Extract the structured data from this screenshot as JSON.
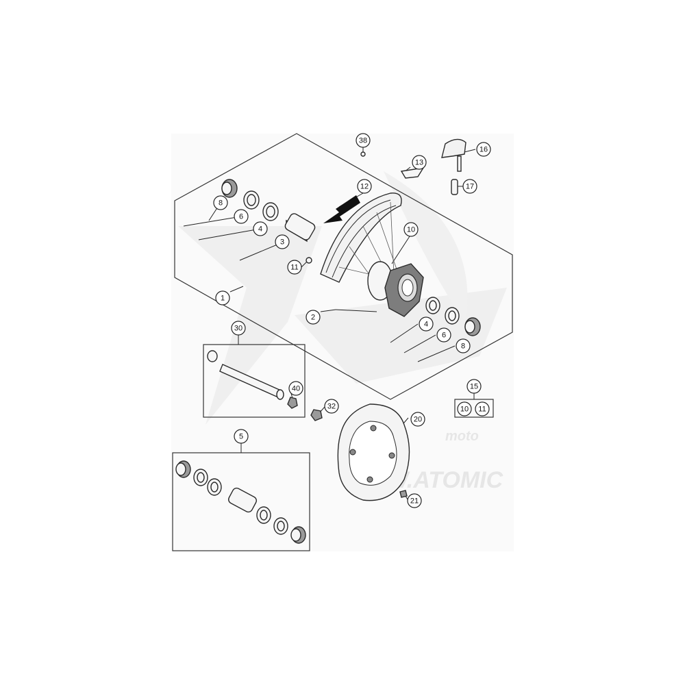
{
  "diagram": {
    "callouts": [
      {
        "id": "c1",
        "label": "1"
      },
      {
        "id": "c2",
        "label": "2"
      },
      {
        "id": "c3",
        "label": "3"
      },
      {
        "id": "c4a",
        "label": "4"
      },
      {
        "id": "c4b",
        "label": "4"
      },
      {
        "id": "c5",
        "label": "5"
      },
      {
        "id": "c6a",
        "label": "6"
      },
      {
        "id": "c6b",
        "label": "6"
      },
      {
        "id": "c8a",
        "label": "8"
      },
      {
        "id": "c8b",
        "label": "8"
      },
      {
        "id": "c10",
        "label": "10"
      },
      {
        "id": "c10b",
        "label": "10"
      },
      {
        "id": "c11",
        "label": "11"
      },
      {
        "id": "c11b",
        "label": "11"
      },
      {
        "id": "c12",
        "label": "12"
      },
      {
        "id": "c13",
        "label": "13"
      },
      {
        "id": "c15",
        "label": "15"
      },
      {
        "id": "c16",
        "label": "16"
      },
      {
        "id": "c17",
        "label": "17"
      },
      {
        "id": "c20",
        "label": "20"
      },
      {
        "id": "c21",
        "label": "21"
      },
      {
        "id": "c30",
        "label": "30"
      },
      {
        "id": "c32",
        "label": "32"
      },
      {
        "id": "c38",
        "label": "38"
      },
      {
        "id": "c40",
        "label": "40"
      }
    ]
  },
  "watermark": {
    "brand_text": "moto",
    "site_text": "WWW.ATOMIC"
  }
}
